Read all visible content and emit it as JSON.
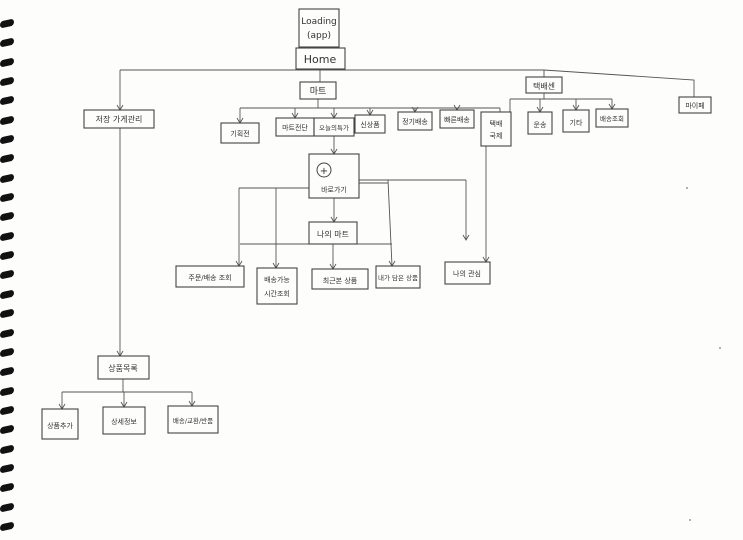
{
  "diagram": {
    "nodes": {
      "loading": "Loading (app)",
      "home": "Home",
      "mart": "마트",
      "taekbae": "택배센",
      "mypage": "마이페",
      "store_manage": "저장 가게관리",
      "product_category": "상품목록",
      "product_add": "상품추가",
      "product_info": "상세정보",
      "product_option": "배송/교환/반품",
      "m_1": "기획전",
      "m_2": "마트전단",
      "m_3": "오늘의특가",
      "m_4": "신상품",
      "m_5": "정기배송",
      "m_6": "빠른배송",
      "t_1": "택배 국제",
      "t_2": "운송",
      "t_3": "기타",
      "t_4": "배송조회",
      "plus": "+",
      "go": "바로가기",
      "my_mart": "나의 마트",
      "b_1": "주문/배송 조회",
      "b_2": "배송가능 시간조회",
      "b_3": "최근본 상품",
      "b_4": "내가 담은 상품",
      "b_5": "나의 관심"
    }
  }
}
